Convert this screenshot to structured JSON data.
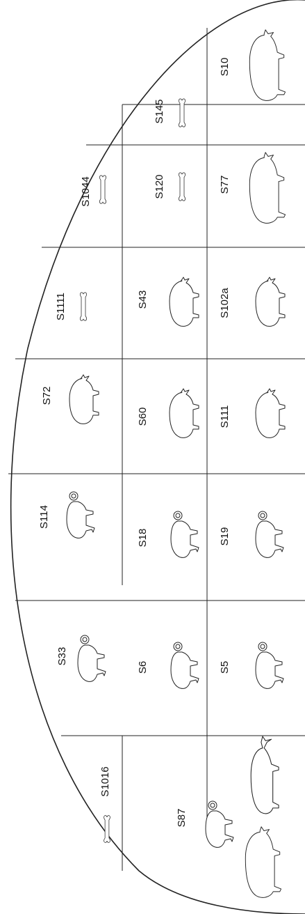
{
  "rooms": [
    {
      "id": "S10",
      "label": "S10",
      "icon": "cow-icon"
    },
    {
      "id": "S145",
      "label": "S145",
      "icon": "bone-icon"
    },
    {
      "id": "S1044",
      "label": "S1044",
      "icon": "bone-icon"
    },
    {
      "id": "S120",
      "label": "S120",
      "icon": "bone-icon"
    },
    {
      "id": "S77",
      "label": "S77",
      "icon": "cow-icon"
    },
    {
      "id": "S1111",
      "label": "S1111",
      "icon": "bone-icon"
    },
    {
      "id": "S43",
      "label": "S43",
      "icon": "pig-icon"
    },
    {
      "id": "S102a",
      "label": "S102a",
      "icon": "pig-icon"
    },
    {
      "id": "S72",
      "label": "S72",
      "icon": "pig-icon"
    },
    {
      "id": "S60",
      "label": "S60",
      "icon": "pig-icon"
    },
    {
      "id": "S111",
      "label": "S111",
      "icon": "pig-icon"
    },
    {
      "id": "S114",
      "label": "S114",
      "icon": "sheep-icon"
    },
    {
      "id": "S18",
      "label": "S18",
      "icon": "sheep-icon"
    },
    {
      "id": "S19",
      "label": "S19",
      "icon": "sheep-icon"
    },
    {
      "id": "S33",
      "label": "S33",
      "icon": "sheep-icon"
    },
    {
      "id": "S6",
      "label": "S6",
      "icon": "sheep-icon"
    },
    {
      "id": "S5",
      "label": "S5",
      "icon": "sheep-icon"
    },
    {
      "id": "S1016",
      "label": "S1016",
      "icon": "bone-icon"
    },
    {
      "id": "S87",
      "label": "S87",
      "icon": "sheep-cow-deer-icons"
    }
  ]
}
